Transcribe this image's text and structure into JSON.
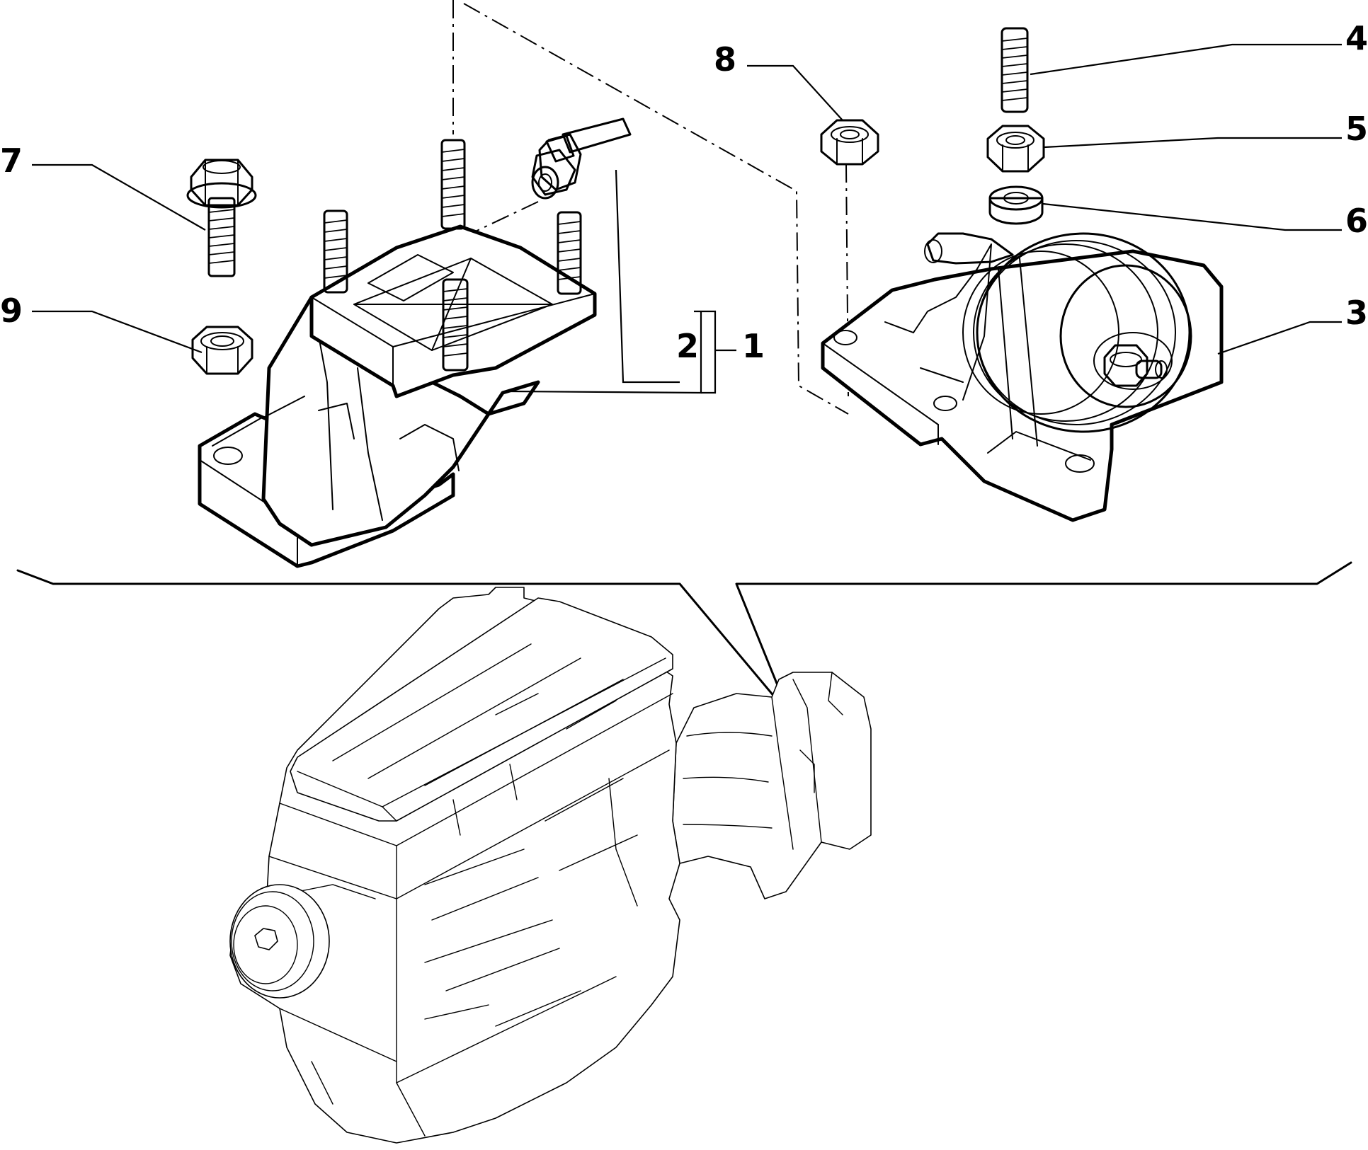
{
  "callouts": {
    "c1": "1",
    "c2": "2",
    "c3": "3",
    "c4": "4",
    "c5": "5",
    "c6": "6",
    "c7": "7",
    "c8": "8",
    "c9": "9"
  },
  "parts": [
    {
      "ref": "1",
      "name": "left-engine-mount-bracket"
    },
    {
      "ref": "2",
      "name": "stud-connector"
    },
    {
      "ref": "3",
      "name": "right-engine-mount-rubber-pad"
    },
    {
      "ref": "4",
      "name": "threaded-stud"
    },
    {
      "ref": "5",
      "name": "hex-nut"
    },
    {
      "ref": "6",
      "name": "washer"
    },
    {
      "ref": "7",
      "name": "flange-bolt"
    },
    {
      "ref": "8",
      "name": "hex-nut"
    },
    {
      "ref": "9",
      "name": "hex-nut"
    }
  ],
  "colors": {
    "line": "#000000",
    "background": "#ffffff"
  }
}
